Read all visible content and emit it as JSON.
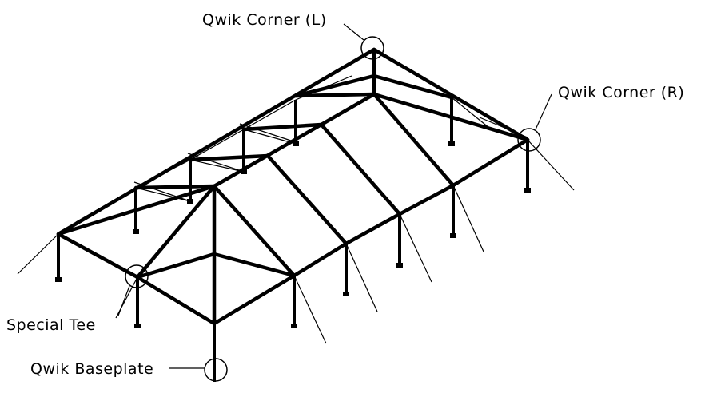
{
  "labels": {
    "qwik_corner_left": "Qwik Corner (L)",
    "qwik_corner_right": "Qwik Corner (R)",
    "special_tee": "Special Tee",
    "qwik_baseplate": "Qwik Baseplate"
  }
}
